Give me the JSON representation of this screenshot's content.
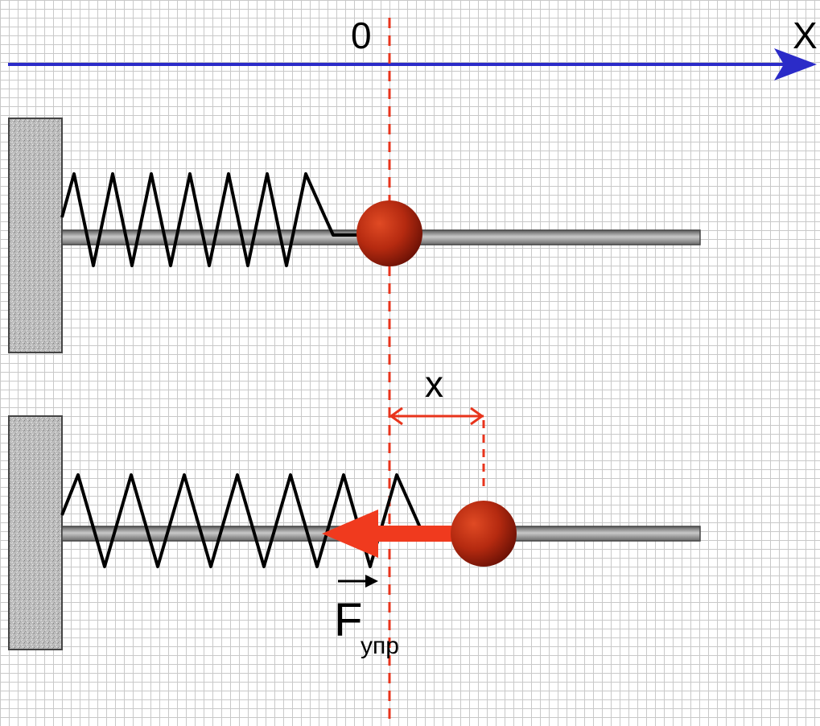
{
  "labels": {
    "origin": "0",
    "axis": "X",
    "displacement": "x",
    "force": "F",
    "force_subscript": "упр"
  },
  "colors": {
    "axis": "#2b2bc8",
    "reference_line": "#e8341c",
    "force_arrow": "#f03a1e",
    "ball": "#b52a10",
    "rod": "#8a8a8a",
    "wall": "#bdbdbd",
    "spring": "#000000"
  },
  "icons": {
    "axis_arrowhead": "arrow-right-icon",
    "force_vector_arrow": "arrow-left-icon",
    "vector_over_arrow": "arrow-right-icon"
  }
}
